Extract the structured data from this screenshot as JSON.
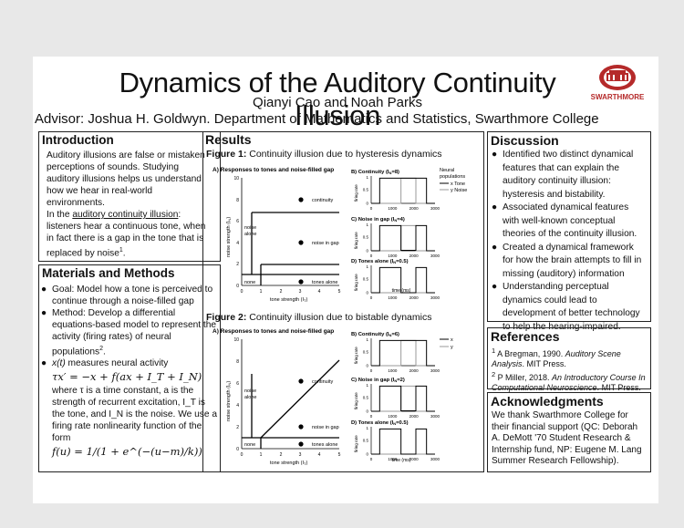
{
  "header": {
    "title": "Dynamics of the Auditory Continuity Illusion",
    "authors": "Qianyi Cao and  Noah Parks",
    "advisor": "Advisor: Joshua H. Goldwyn. Department of Mathematics and Statistics, Swarthmore College",
    "logo_text": "SWARTHMORE"
  },
  "intro": {
    "heading": "Introduction",
    "p1": "Auditory illusions are false or mistaken perceptions of sounds. Studying auditory illusions helps us understand how we hear in real-world environments.",
    "p2_prefix": "In the ",
    "p2_link": "auditory continuity illusion",
    "p2_rest": ": listeners hear a continuous tone, when in fact there is a gap in the tone that is replaced by noise",
    "p2_sup": "1",
    "p2_end": "."
  },
  "methods": {
    "heading": "Materials and Methods",
    "goal": "Goal: Model how a tone is perceived to continue through a noise-filled gap",
    "method": "Method: Develop a differential equations-based model to represent the activity (firing rates) of neural populations",
    "method_sup": "2",
    "xt_label": "x(t)",
    "xt_rest": " measures neural activity",
    "equation1": "τx′ = −x + f(ax + I_T + I_N)",
    "where": "where τ is a time constant, a is the strength of recurrent excitation, I_T is the tone, and I_N is the noise. We use a firing rate nonlinearity function of the form",
    "equation2": "f(u) = 1/(1 + e^(−(u−m)/k))"
  },
  "results": {
    "heading": "Results",
    "fig1_label": "Figure 1:",
    "fig1_title": " Continuity illusion due to hysteresis dynamics",
    "fig2_label": "Figure 2:",
    "fig2_title": " Continuity illusion due to bistable dynamics",
    "panelA": "A) Responses to tones and noise-filled gap",
    "xaxis": "tone strength (I",
    "xaxis_sub": "T",
    "yaxis": "noise strength (I",
    "yaxis_sub": "N",
    "lbl_continuity": "continuity",
    "lbl_noise_gap": "noise in gap",
    "lbl_tones_alone": "tones alone",
    "lbl_none": "none",
    "lbl_noise_alone": "noise alone",
    "xticks": [
      "0",
      "1",
      "2",
      "3",
      "4",
      "5"
    ],
    "yticks": [
      "0",
      "2",
      "4",
      "6",
      "8",
      "10"
    ],
    "fig1_B": "B) Continuity (I",
    "fig1_B_val": "=8)",
    "fig1_C": "C) Noise in gap (I",
    "fig1_C_val": "=4)",
    "fig1_D": "D) Tones alone (I",
    "fig1_D_val": "=0.5)",
    "fig2_B": "B) Continuity (I",
    "fig2_B_val": "=6)",
    "fig2_C": "C) Noise in gap (I",
    "fig2_C_val": "=2)",
    "fig2_D": "D) Tones alone (I",
    "fig2_D_val": "=0.5)",
    "sub_N": "N",
    "firing_rate": "firing rate",
    "time_label": "time (ms)",
    "time_ticks": [
      "0",
      "1000",
      "2000",
      "3000"
    ],
    "fr_ticks": [
      "0",
      "0.5",
      "1"
    ],
    "legend_title": "Neural populations",
    "legend_tone": "x Tone",
    "legend_noise": "y Noise",
    "legend2_x": "x",
    "legend2_y": "y"
  },
  "discussion": {
    "heading": "Discussion",
    "items": [
      "Identified two distinct dynamical features that can explain the auditory continuity illusion: hysteresis and bistability.",
      "Associated dynamical features with well-known conceptual theories of the continuity illusion.",
      "Created a dynamical framework for how the brain attempts to fill in missing (auditory) information",
      "Understanding perceptual dynamics could lead to development of better technology to help the hearing-impaired."
    ]
  },
  "references": {
    "heading": "References",
    "r1_num": "1",
    "r1_a": " A Bregman, 1990. ",
    "r1_b": "Auditory Scene Analysis",
    "r1_c": ". MIT Press.",
    "r2_num": "2",
    "r2_a": " P Miller, 2018. ",
    "r2_b": "An Introductory Course In Computational Neuroscience",
    "r2_c": ". MIT Press."
  },
  "ack": {
    "heading": "Acknowledgments",
    "text": "We thank Swarthmore College for their financial support (QC: Deborah A. DeMott '70 Student Research & Internship fund, NP: Eugene M. Lang Summer Research Fellowship)."
  }
}
